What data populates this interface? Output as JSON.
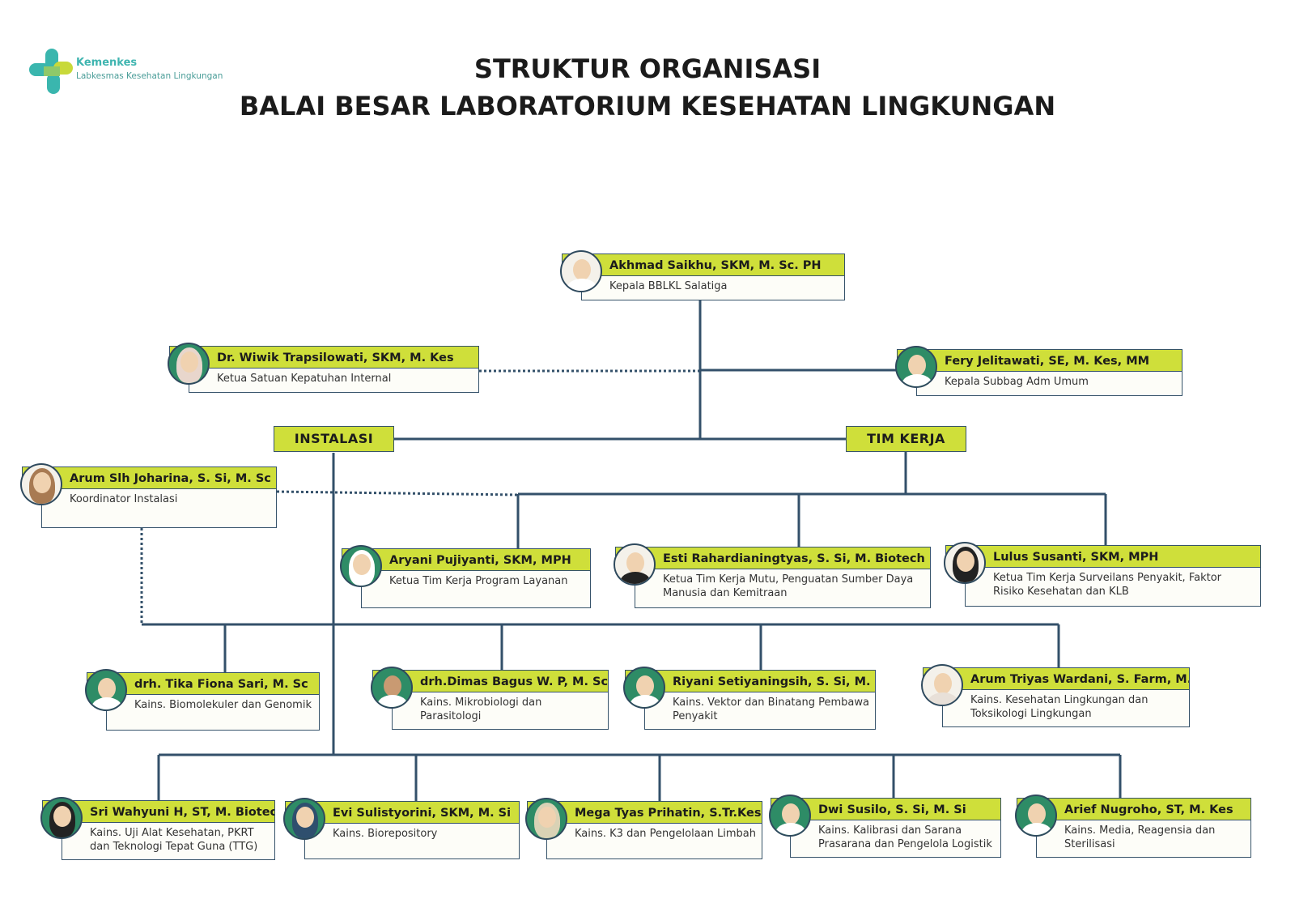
{
  "logo": {
    "brand": "Kemenkes",
    "unit": "Labkesmas Kesehatan Lingkungan"
  },
  "title": {
    "line1": "STRUKTUR ORGANISASI",
    "line2": "BALAI BESAR LABORATORIUM KESEHATAN LINGKUNGAN"
  },
  "sections": {
    "instalasi": "INSTALASI",
    "tim_kerja": "TIM KERJA"
  },
  "head": {
    "name": "Akhmad Saikhu, SKM, M. Sc. PH",
    "role": "Kepala BBLKL Salatiga"
  },
  "spi": {
    "name": "Dr. Wiwik Trapsilowati, SKM, M. Kes",
    "role": "Ketua Satuan Kepatuhan Internal"
  },
  "subbag": {
    "name": "Fery Jelitawati, SE, M. Kes, MM",
    "role": "Kepala Subbag Adm Umum"
  },
  "koordinator": {
    "name": "Arum Slh Joharina, S. Si, M. Sc",
    "role": "Koordinator Instalasi"
  },
  "tim_kerja": [
    {
      "name": "Aryani Pujiyanti, SKM, MPH",
      "role": "Ketua Tim Kerja Program Layanan"
    },
    {
      "name": "Esti Rahardianingtyas, S. Si, M. Biotech",
      "role": "Ketua Tim Kerja Mutu, Penguatan Sumber Daya Manusia dan Kemitraan"
    },
    {
      "name": "Lulus Susanti, SKM, MPH",
      "role": "Ketua Tim Kerja Surveilans Penyakit, Faktor Risiko Kesehatan dan KLB"
    }
  ],
  "instalasi_row1": [
    {
      "name": "drh. Tika Fiona Sari, M. Sc",
      "role": "Kains. Biomolekuler dan Genomik"
    },
    {
      "name": "drh.Dimas Bagus W. P, M. Sc",
      "role": "Kains. Mikrobiologi dan Parasitologi"
    },
    {
      "name": "Riyani Setiyaningsih, S. Si, M. Sc",
      "role": "Kains. Vektor dan Binatang Pembawa Penyakit"
    },
    {
      "name": "Arum Triyas Wardani, S. Farm, M. Si",
      "role": "Kains. Kesehatan Lingkungan dan Toksikologi Lingkungan"
    }
  ],
  "instalasi_row2": [
    {
      "name": "Sri Wahyuni H, ST, M. Biotech",
      "role": "Kains. Uji Alat Kesehatan, PKRT dan Teknologi Tepat Guna (TTG)"
    },
    {
      "name": "Evi Sulistyorini, SKM, M. Si",
      "role": "Kains. Biorepository"
    },
    {
      "name": "Mega Tyas Prihatin, S.Tr.Kes",
      "role": "Kains. K3 dan Pengelolaan Limbah"
    },
    {
      "name": "Dwi Susilo, S. Si, M. Si",
      "role": "Kains. Kalibrasi dan Sarana Prasarana dan Pengelola Logistik"
    },
    {
      "name": "Arief Nugroho, ST, M. Kes",
      "role": "Kains. Media, Reagensia dan Sterilisasi"
    }
  ]
}
